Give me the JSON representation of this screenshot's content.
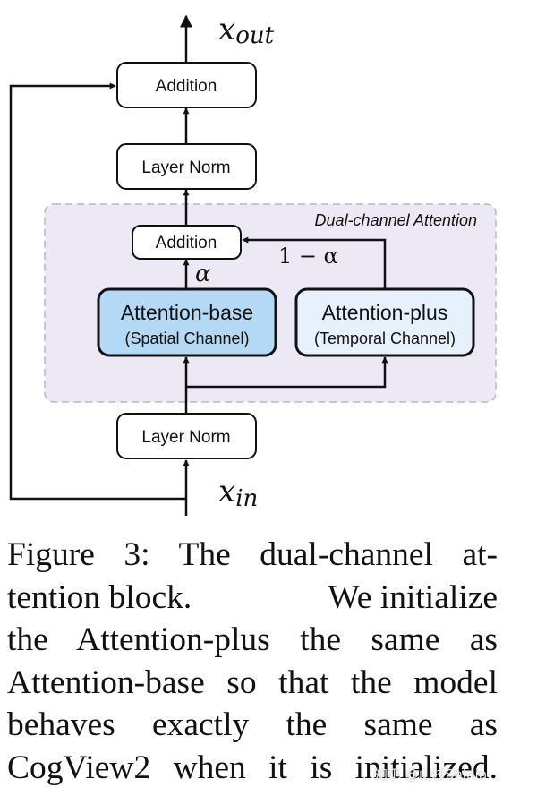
{
  "diagram": {
    "group_label": "Dual-channel Attention",
    "nodes": {
      "addition_top": "Addition",
      "layer_norm_top": "Layer Norm",
      "addition_inner": "Addition",
      "attention_base_title": "Attention-base",
      "attention_base_sub": "(Spatial Channel)",
      "attention_plus_title": "Attention-plus",
      "attention_plus_sub": "(Temporal Channel)",
      "layer_norm_bottom": "Layer Norm"
    },
    "labels": {
      "x_out_base": "x",
      "x_out_sub": "out",
      "x_in_base": "x",
      "x_in_sub": "in",
      "alpha": "α",
      "one_minus_alpha": "1 − α"
    },
    "colors": {
      "group_fill": "#ece9f4",
      "group_border": "#b9b6c4",
      "attention_fill": "#b4d9f5",
      "plus_fill": "#e6f1fb",
      "stroke": "#111111"
    }
  },
  "caption": {
    "line1": "Figure 3: The dual-channel at-",
    "line2a": "tention block.",
    "line2b": "We initialize",
    "line3": "the Attention-plus the same as",
    "line4": "Attention-base so that the model",
    "line5": "behaves exactly the same as",
    "line6": "CogView2 when it is initialized."
  },
  "watermark": "知乎 @山枝Shinin"
}
